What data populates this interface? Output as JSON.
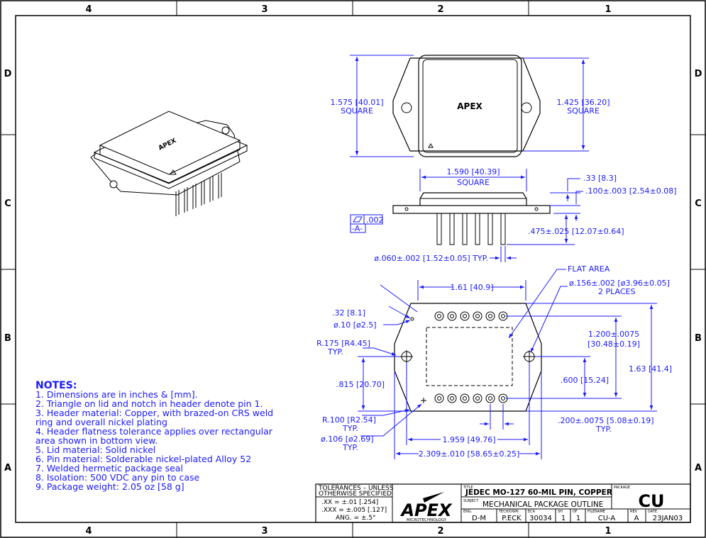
{
  "zones": {
    "cols": [
      "4",
      "3",
      "2",
      "1"
    ],
    "rows": [
      "D",
      "C",
      "B",
      "A"
    ]
  },
  "dims": {
    "top_height": "1.575 [40.01]",
    "top_height_sq": "SQUARE",
    "lid_height": "1.425 [36.20]",
    "lid_height_sq": "SQUARE",
    "side_width": "1.590 [40.39]",
    "side_width_sq": "SQUARE",
    "side_height": ".33 [8.3]",
    "flange_thk": ".100±.003 [2.54±0.08]",
    "pin_len": ".475±.025 [12.07±0.64]",
    "pin_dia": "ø.060±.002 [1.52±0.05] TYP.",
    "flat_area": "FLAT AREA",
    "bot_width": "1.61 [40.9]",
    "hole_dia": "ø.156±.002 [ø3.96±0.05]",
    "hole_places": "2 PLACES",
    "r32": ".32 [8.1]",
    "r10": "ø.10 [ø2.5]",
    "r175": "R.175 [R4.45]",
    "r175_typ": "TYP.",
    "pin_row_space": "1.200±.0075",
    "pin_row_space_mm": "[30.48±0.19]",
    "total_h": "1.63 [41.4]",
    "h815": ".815 [20.70]",
    "h600": ".600 [15.24]",
    "r100": "R.100 [R2.54]",
    "r100_typ": "TYP.",
    "d106": "ø.106 [ø2.69]",
    "d106_typ": "TYP.",
    "pitch": ".200±.0075 [5.08±0.19]",
    "pitch_typ": "TYP.",
    "w1959": "1.959 [49.76]",
    "w2309": "2.309±.010 [58.65±0.25]",
    "flatness_val": ".002",
    "datum": "-A-",
    "lid_logo": "APEX"
  },
  "notes": {
    "title": "NOTES:",
    "items": [
      "1.   Dimensions are in inches & [mm].",
      "2.   Triangle on lid and notch in header denote pin 1.",
      "3.   Header material: Copper, with brazed-on CRS weld",
      "        ring and overall nickel plating",
      "4.   Header flatness tolerance applies over rectangular",
      "        area shown in bottom view.",
      "5.   Lid material: Solid nickel",
      "6.   Pin material: Solderable nickel-plated Alloy 52",
      "7.   Welded hermetic package seal",
      "8.   Isolation: 500 VDC any pin to case",
      "9.   Package weight:   2.05 oz [58 g]"
    ]
  },
  "title_block": {
    "tol1": "TOLERANCES – UNLESS",
    "tol2": "OTHERWISE SPECIFIED",
    "tol_xx": ".XX   = ±.01 [.254]",
    "tol_xxx": ".XXX = ±.005 [.127]",
    "tol_ang": "ANG.  = ±.5°",
    "logo": "APEX",
    "logo_sub": "MICROTECHNOLOGY",
    "title_lbl": "TITLE",
    "title": "JEDEC MO-127 60-MIL PIN, COPPER",
    "subject_lbl": "SUBJECT",
    "subject": "MECHANICAL PACKAGE OUTLINE",
    "package_lbl": "PACKAGE",
    "package": "CU",
    "eng_lbl": "ENG.",
    "eng": "D-M",
    "tech_lbl": "TECH/DWN",
    "tech": "P.ECK",
    "eca_lbl": "ECA",
    "eca": "30034",
    "sh_lbl": "SH",
    "sh": "1",
    "of_lbl": "OF",
    "of": "1",
    "file_lbl": "FILENAME",
    "file": "CU-A",
    "rev_lbl": "REV",
    "rev": "A",
    "date_lbl": "DATE",
    "date": "23JAN03"
  }
}
